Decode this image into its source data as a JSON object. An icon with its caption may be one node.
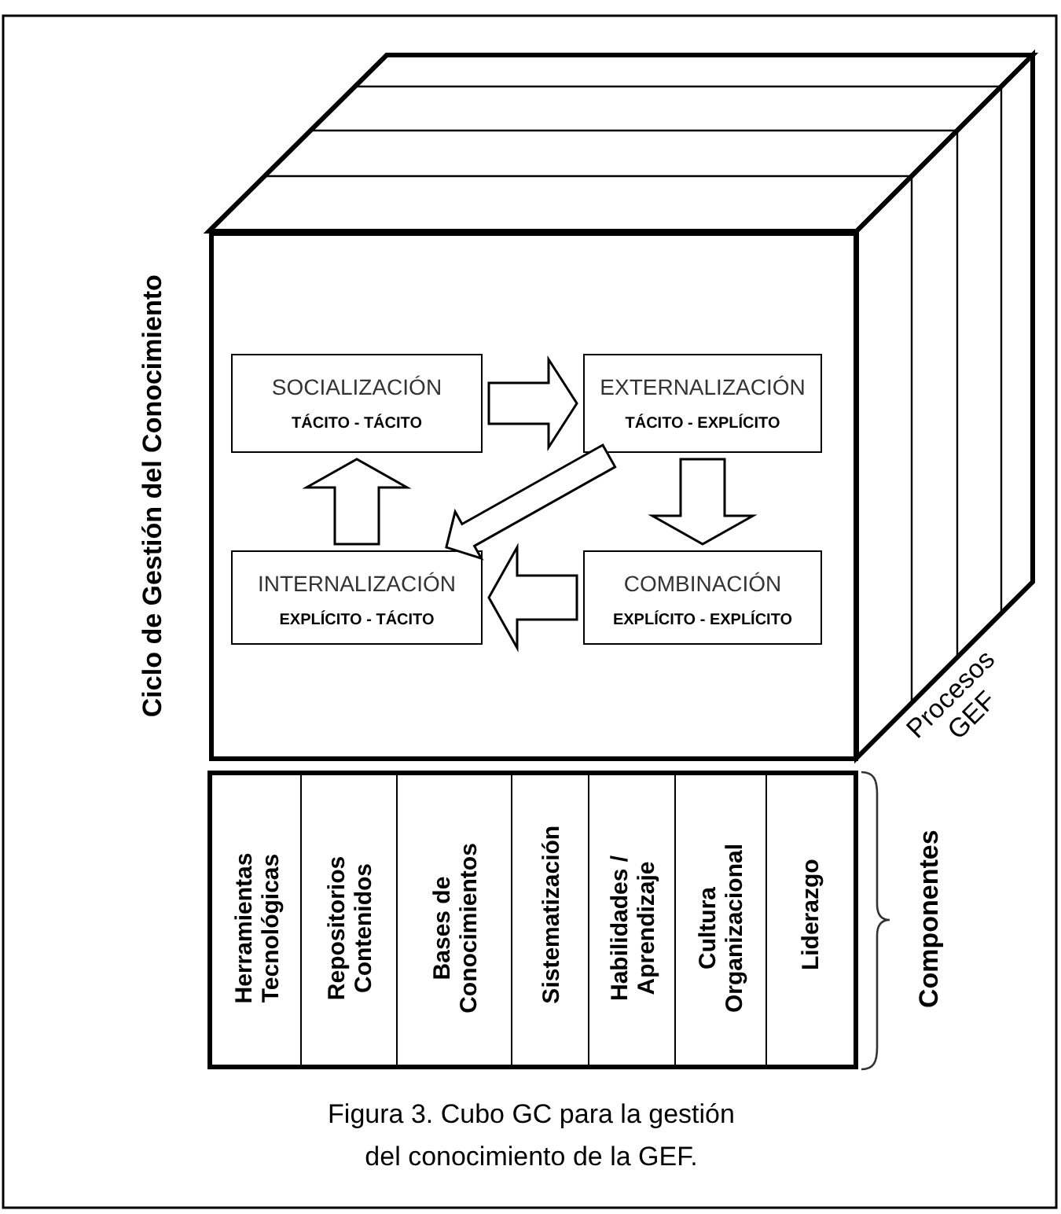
{
  "diagram": {
    "caption": "Figura 3. Cubo GC para la gestión del conocimiento de la GEF.",
    "nodes": [
      {
        "text": [],
        "shape": "box"
      },
      {
        "text": [
          "SOCIALIZACIÓN",
          "TÁCITO - TÁCITO"
        ],
        "in": 0
      },
      {
        "text": [
          "EXTERNALIZACIÓN",
          "TÁCITO - EXPLÍCITO"
        ],
        "in": 0
      },
      {
        "text": [
          "INTERNALIZACIÓN",
          "EXPLÍCITO - TÁCITO"
        ],
        "in": 0
      },
      {
        "text": [
          "COMBINACIÓN",
          "EXPLÍCITO - EXPLÍCITO"
        ],
        "in": 0
      },
      {
        "text": [],
        "shape": "box"
      },
      {
        "text": [
          "Herramientas Tecnológicas"
        ],
        "in": 5
      },
      {
        "text": [
          "Repositorios Contenidos"
        ],
        "in": 5
      },
      {
        "text": [
          "Bases de Conocimientos"
        ],
        "in": 5
      },
      {
        "text": [
          "Sistematización"
        ],
        "in": 5
      },
      {
        "text": [
          "Habilidades / Aprendizaje"
        ],
        "in": 5
      },
      {
        "text": [
          "Cultura Organizacional"
        ],
        "in": 5
      },
      {
        "text": [
          "Liderazgo"
        ],
        "in": 5
      }
    ],
    "edges": [
      {
        "from": 1,
        "to": 2,
        "arrow": "to"
      },
      {
        "from": 2,
        "to": 4,
        "arrow": "to"
      },
      {
        "from": 4,
        "to": 3,
        "arrow": "to"
      },
      {
        "from": 3,
        "to": 1,
        "arrow": "to"
      },
      {
        "from": 2,
        "to": 3,
        "arrow": "to"
      }
    ],
    "labels": [
      "Ciclo de Gestión del Conocimiento",
      "Procesos GEF",
      "Componentes"
    ]
  }
}
